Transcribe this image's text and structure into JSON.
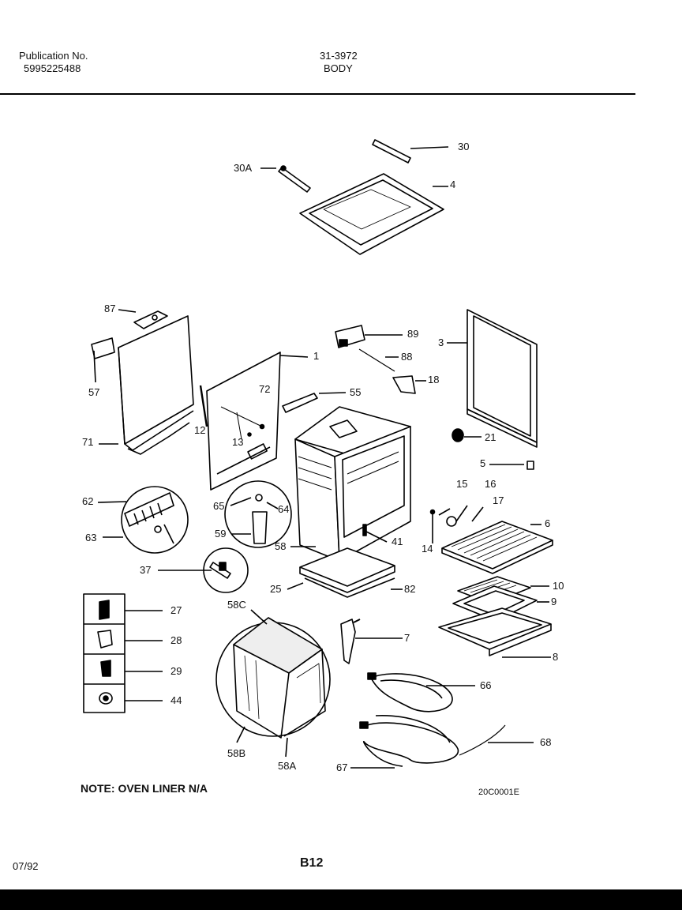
{
  "header": {
    "publication_label": "Publication No.",
    "publication_number": "5995225488",
    "catalog_number": "31-3972",
    "section": "BODY"
  },
  "callouts": {
    "c30": "30",
    "c30A": "30A",
    "c4": "4",
    "c87": "87",
    "c57": "57",
    "c71": "71",
    "c12": "12",
    "c13": "13",
    "c72": "72",
    "c1": "1",
    "c89": "89",
    "c88": "88",
    "c18": "18",
    "c3": "3",
    "c55": "55",
    "c21": "21",
    "c5": "5",
    "c62": "62",
    "c63": "63",
    "c65": "65",
    "c64": "64",
    "c59": "59",
    "c58": "58",
    "c41": "41",
    "c15": "15",
    "c16": "16",
    "c17": "17",
    "c6": "6",
    "c14": "14",
    "c37": "37",
    "c25": "25",
    "c82": "82",
    "c10": "10",
    "c9": "9",
    "c27": "27",
    "c58C": "58C",
    "c28": "28",
    "c7": "7",
    "c8": "8",
    "c29": "29",
    "c66": "66",
    "c44": "44",
    "c68": "68",
    "c58B": "58B",
    "c58A": "58A",
    "c67": "67"
  },
  "footer": {
    "note": "NOTE: OVEN LINER N/A",
    "drawing_code": "20C0001E",
    "date": "07/92",
    "page": "B12"
  }
}
